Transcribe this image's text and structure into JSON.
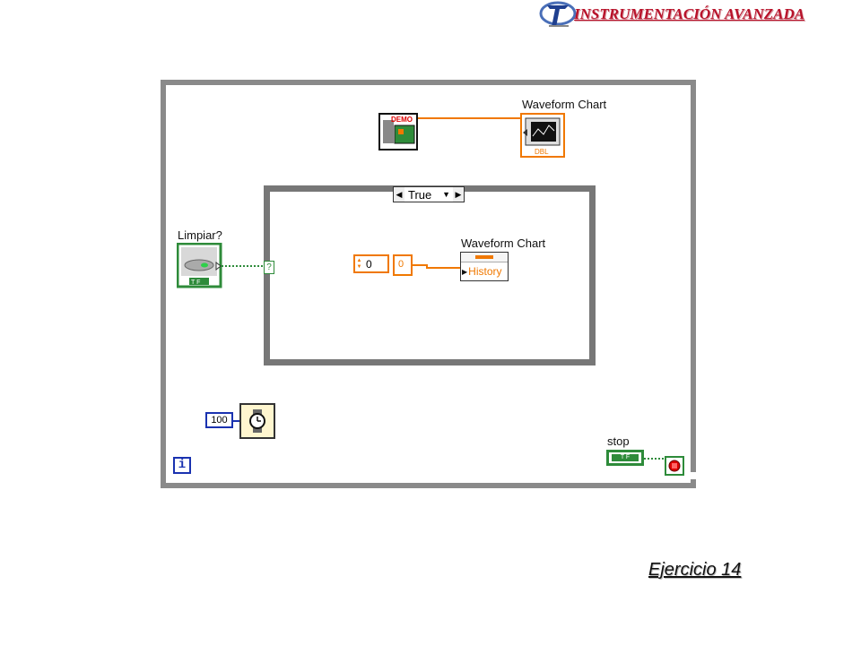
{
  "header": {
    "title": "INSTRUMENTACIÓN AVANZADA",
    "logo_icon": "faculty-logo-icon"
  },
  "block_diagram": {
    "top_chart_label": "Waveform Chart",
    "top_chart_type": "DBL",
    "demo_vi_text": "DEMO",
    "case_selector": "True",
    "boolean_control_label": "Limpiar?",
    "boolean_terminal_text": "T F",
    "selector_terminal": "?",
    "numeric_constant": "0",
    "numeric_indicator": "0",
    "inner_chart_label": "Waveform Chart",
    "property_node_item": "History",
    "wait_constant": "100",
    "stop_label": "stop",
    "stop_terminal_text": "T F",
    "info_icon": "i"
  },
  "colors": {
    "header_red": "#b8122a",
    "wire_orange": "#f07800",
    "boolean_green": "#2e8b3a",
    "int_blue": "#1a32b0"
  },
  "footer": {
    "title": "Ejercicio 14"
  }
}
